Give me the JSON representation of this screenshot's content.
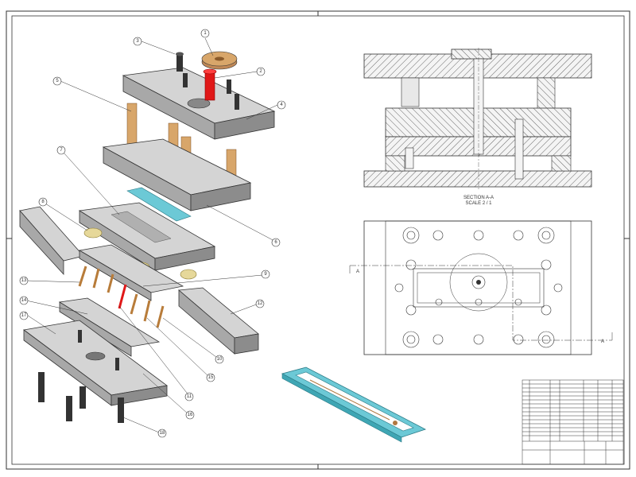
{
  "drawing": {
    "section_title": "SECTION A-A",
    "section_scale": "SCALE 2 / 1",
    "section_marker_left": "A",
    "section_marker_right": "A"
  },
  "callouts": [
    "1",
    "2",
    "3",
    "4",
    "5",
    "6",
    "7",
    "8",
    "9",
    "10",
    "11",
    "12",
    "13",
    "14",
    "15",
    "16",
    "17",
    "18"
  ],
  "colors": {
    "steel": "#c8c8c8",
    "steel_dark": "#8c8c8c",
    "brass": "#d8a66a",
    "bronze_bush": "#e6d89a",
    "red_part": "#e01818",
    "cyan_part": "#6cc9d6",
    "hatch": "#555555",
    "frame": "#333333"
  }
}
